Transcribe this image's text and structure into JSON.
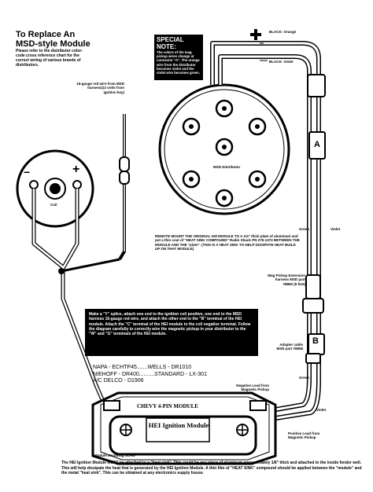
{
  "title_line1": "To Replace An",
  "title_line2": "MSD-style Module",
  "subtitle": "Please refer to the distributor color-code cross reference chart for the correct wiring of various brands of distributors.",
  "special_note": {
    "heading": "SPECIAL NOTE:",
    "body": "The colors of the mag pickup wires change at connector \"A\". The orange wire from the distributor becomes violet and the violet wire becomes green."
  },
  "wire_labels": {
    "black_orange": "BLACK: Orange",
    "black_violet": "BLACK: Violet",
    "green_1": "Green",
    "violet_1": "Violet",
    "green_2": "Green",
    "violet_2": "Violet"
  },
  "red_wire_label": "16-gauge red wire from MSD harness(12 volts from ignition key)",
  "coil_label": "Coil",
  "coil_minus": "−",
  "coil_plus": "+",
  "distributor_label": "MSD Distributor",
  "connector_a": "A",
  "connector_b": "B",
  "remote_mount_text": "REMOTE MOUNT THE ORIGINAL GM MODULE TO A 1/4\" thick plate of aluminum and put a thin coat of \"HEAT SINK COMPOUND\" Radio Shack PN 276-1372 BETWEEN THE MODULE AND THE \"plate\". (THIS IS A HEAT SINK TO HELP DISSIPATE HEAT BUILD UP ON THAT MODULE)",
  "mag_pickup_label": "Mag Pickup Extension harness MSD part #8860 (6 feet)",
  "adapter_label": "Adapter cable MSD part #8858",
  "instruction_box": "Make a \"Y\" splice, attach one end to the ignition coil positive, one end to the MSD harness 16-gauge red wire, and attach the other end to the \"B\" terminal of the HEI module. Attach the \"C\" terminal of the HEI module to the coil negative terminal. Follow the diagram carefully to correctly wire the magnetic pickup in your distributor to the \"W\" and \"G\" terminals of the HEI module.",
  "cross_ref": [
    "NAPA - ECHTP45.......WELLS - DR1010",
    "NIEHOFF - DR400..........STANDARD - LX-301",
    "A/C DELCO - D1906"
  ],
  "neg_lead_label": "Negative Lead from Magnetic Pickup",
  "pos_lead_label": "Positive Lead from Magnetic Pickup",
  "module_heading": "CHEVY 4-PIN MODULE",
  "module_name": "HEI Ignition Module",
  "screw_label": "Module Mounting Screw",
  "footer_text": "The HEI Ignition Module MUST be attached to a \"heat sink\". This could be any piece of aluminum approximately 1/8\" thick and attached to the inside fender well. This will help dissipate the heat that is generated by the HEI Ignition Module. A thin film of \"HEAT SINK\" compound should be applied between the \"module\" and the metal \"heat sink\". This can be obtained at any electronics supply house."
}
